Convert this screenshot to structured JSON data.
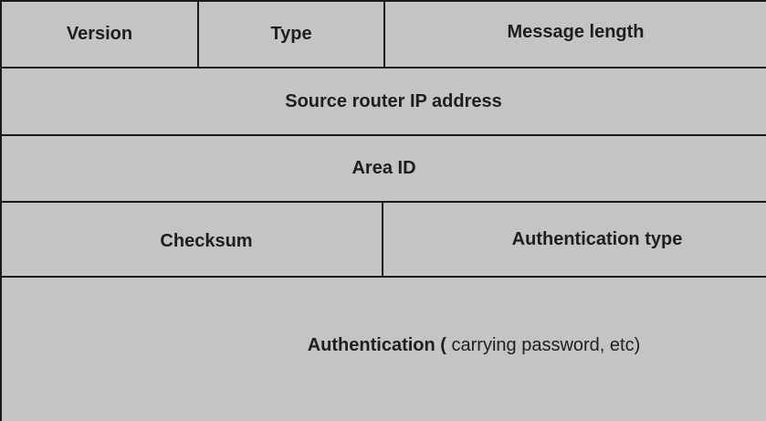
{
  "row1": {
    "version": "Version",
    "type": "Type",
    "message_length": "Message length"
  },
  "row2": {
    "source_router_ip": "Source router IP address"
  },
  "row3": {
    "area_id": "Area ID"
  },
  "row4": {
    "checksum": "Checksum",
    "authentication_type": "Authentication type"
  },
  "row5": {
    "authentication_bold": "Authentication (",
    "authentication_normal": " carrying password, etc)"
  }
}
